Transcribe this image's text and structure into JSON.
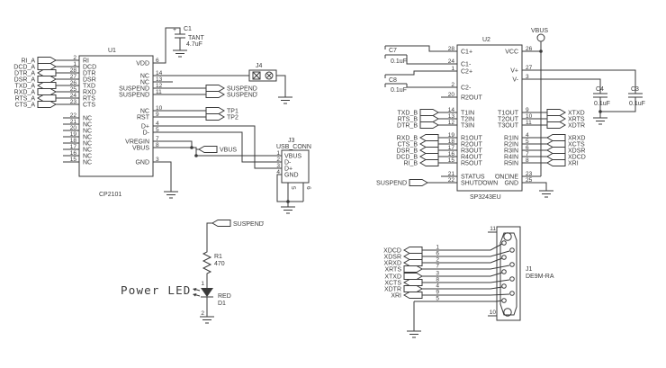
{
  "u1": {
    "ref": "U1",
    "part": "CP2101",
    "left_pins": [
      {
        "net": "RI_A",
        "num": "2",
        "name": "RI"
      },
      {
        "net": "DCD_A",
        "num": "1",
        "name": "DCD"
      },
      {
        "net": "DTR_A",
        "num": "28",
        "name": "DTR"
      },
      {
        "net": "DSR_A",
        "num": "27",
        "name": "DSR"
      },
      {
        "net": "TXD_A",
        "num": "26",
        "name": "TXD"
      },
      {
        "net": "RXD_A",
        "num": "25",
        "name": "RXD"
      },
      {
        "net": "RTS_A",
        "num": "24",
        "name": "RTS"
      },
      {
        "net": "CTS_A",
        "num": "23",
        "name": "CTS"
      }
    ],
    "nc_pins": [
      {
        "num": "22",
        "name": "NC"
      },
      {
        "num": "21",
        "name": "NC"
      },
      {
        "num": "20",
        "name": "NC"
      },
      {
        "num": "19",
        "name": "NC"
      },
      {
        "num": "18",
        "name": "NC"
      },
      {
        "num": "17",
        "name": "NC"
      },
      {
        "num": "16",
        "name": "NC"
      },
      {
        "num": "15",
        "name": "NC"
      }
    ],
    "right_pins": {
      "vdd": {
        "num": "6",
        "name": "VDD"
      },
      "nc14": {
        "num": "14",
        "name": "NC"
      },
      "nc13": {
        "num": "13",
        "name": "NC"
      },
      "suspend": {
        "num": "12",
        "name": "SUSPEND",
        "net": "SUSPEND"
      },
      "suspend_n": {
        "num": "11",
        "name": "SUSPEND",
        "net": "SUSPEND"
      },
      "nc10": {
        "num": "10",
        "name": "NC",
        "net": "TP1"
      },
      "rst": {
        "num": "9",
        "name": "RST",
        "net": "TP2"
      },
      "dp": {
        "num": "4",
        "name": "D+"
      },
      "dm": {
        "num": "5",
        "name": "D-"
      },
      "vregin": {
        "num": "7",
        "name": "VREGIN"
      },
      "vbus": {
        "num": "8",
        "name": "VBUS",
        "net": "VBUS"
      },
      "gnd": {
        "num": "3",
        "name": "GND"
      }
    }
  },
  "c1": {
    "ref": "C1",
    "type": "TANT",
    "value": "4.7uF",
    "polarity": "+"
  },
  "j4": {
    "ref": "J4"
  },
  "j3": {
    "ref": "J3",
    "part": "USB_CONN",
    "pins": [
      {
        "num": "1",
        "name": "VBUS"
      },
      {
        "num": "2",
        "name": "D-"
      },
      {
        "num": "3",
        "name": "D+"
      },
      {
        "num": "4",
        "name": "GND"
      }
    ],
    "shield_pins": [
      "5",
      "6"
    ]
  },
  "u2": {
    "ref": "U2",
    "part": "SP3243EU",
    "cap_pins": [
      {
        "num": "28",
        "name": "C1+"
      },
      {
        "num": "24",
        "name": "C1-"
      },
      {
        "num": "1",
        "name": "C2+"
      },
      {
        "num": "2",
        "name": "C2-"
      }
    ],
    "r2out_n": {
      "num": "20",
      "name": "R2OUT"
    },
    "tin": [
      {
        "net": "TXD_B",
        "num": "14",
        "name": "T1IN"
      },
      {
        "net": "RTS_B",
        "num": "13",
        "name": "T2IN"
      },
      {
        "net": "DTR_B",
        "num": "12",
        "name": "T3IN"
      }
    ],
    "rout": [
      {
        "net": "RXD_B",
        "num": "19",
        "name": "R1OUT"
      },
      {
        "net": "CTS_B",
        "num": "18",
        "name": "R2OUT"
      },
      {
        "net": "DSR_B",
        "num": "17",
        "name": "R3OUT"
      },
      {
        "net": "DCD_B",
        "num": "16",
        "name": "R4OUT"
      },
      {
        "net": "RI_B",
        "num": "15",
        "name": "R5OUT"
      }
    ],
    "status": {
      "num": "21",
      "name": "STATUS"
    },
    "shutdown": {
      "num": "22",
      "name": "SHUTDOWN",
      "net": "SUSPEND"
    },
    "vcc": {
      "num": "26",
      "name": "VCC"
    },
    "vplus": {
      "num": "27",
      "name": "V+"
    },
    "vminus": {
      "num": "3",
      "name": "V-"
    },
    "tout": [
      {
        "num": "9",
        "name": "T1OUT",
        "net": "XTXD"
      },
      {
        "num": "10",
        "name": "T2OUT",
        "net": "XRTS"
      },
      {
        "num": "11",
        "name": "T3OUT",
        "net": "XDTR"
      }
    ],
    "rin": [
      {
        "num": "4",
        "name": "R1IN",
        "net": "XRXD"
      },
      {
        "num": "5",
        "name": "R2IN",
        "net": "XCTS"
      },
      {
        "num": "6",
        "name": "R3IN",
        "net": "XDSR"
      },
      {
        "num": "7",
        "name": "R4IN",
        "net": "XDCD"
      },
      {
        "num": "8",
        "name": "R5IN",
        "net": "XRI"
      }
    ],
    "online": {
      "num": "23",
      "name": "ONLINE"
    },
    "gnd": {
      "num": "25",
      "name": "GND"
    }
  },
  "c7": {
    "ref": "C7",
    "value": "0.1uF"
  },
  "c8": {
    "ref": "C8",
    "value": "0.1uF"
  },
  "c4": {
    "ref": "C4",
    "value": "0.1uF"
  },
  "c3": {
    "ref": "C3",
    "value": "0.1uF"
  },
  "vbus_rail": {
    "net": "VBUS"
  },
  "led_circuit": {
    "caption": "Power LED",
    "net": "SUSPEND",
    "r_ref": "R1",
    "r_value": "470",
    "pin1": "1",
    "pin2": "2",
    "d_color": "RED",
    "d_ref": "D1"
  },
  "j1": {
    "ref": "J1",
    "part": "DE9M-RA",
    "rows": [
      {
        "net": "XDCD",
        "num": "1"
      },
      {
        "net": "XDSR",
        "num": "6"
      },
      {
        "net": "XRXD",
        "num": "2"
      },
      {
        "net": "XRTS",
        "num": "7"
      },
      {
        "net": "XTXD",
        "num": "3"
      },
      {
        "net": "XCTS",
        "num": "8"
      },
      {
        "net": "XDTR",
        "num": "4"
      },
      {
        "net": "XRI",
        "num": "9"
      }
    ],
    "gnd_pin": "5",
    "mount_top": "11",
    "mount_bottom": "10"
  },
  "colors": {
    "ink": "#3a3a3a",
    "bg": "#ffffff"
  }
}
